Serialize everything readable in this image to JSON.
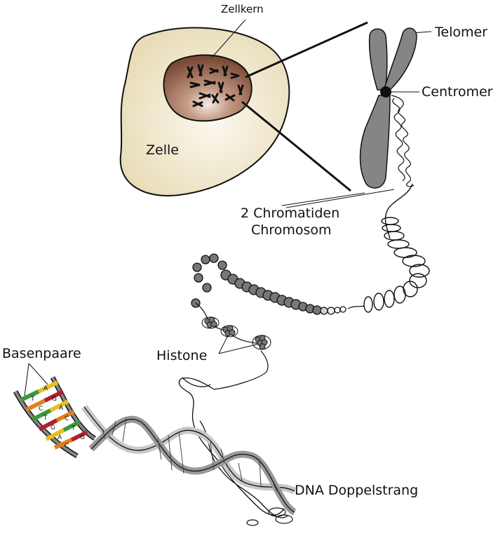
{
  "labels": {
    "nucleus": "Zellkern",
    "cell": "Zelle",
    "telomere": "Telomer",
    "centromere": "Centromer",
    "chromatids_line1": "2 Chromatiden",
    "chromatids_line2": "Chromosom",
    "histones": "Histone",
    "base_pairs": "Basenpaare",
    "dna": "DNA Doppelstrang"
  },
  "base_letters": [
    "T",
    "A",
    "C",
    "G",
    "T",
    "A",
    "G",
    "C",
    "A",
    "T",
    "C",
    "G"
  ],
  "colors": {
    "cell_fill": "#efe6c8",
    "nucleus_fill": "#a0705a",
    "chromosome_fill": "#858585",
    "histone_fill": "#777777",
    "base_green": "#3a9a3a",
    "base_yellow": "#e6c020",
    "base_orange": "#e08020",
    "base_red": "#b02030",
    "outline": "#111111"
  }
}
